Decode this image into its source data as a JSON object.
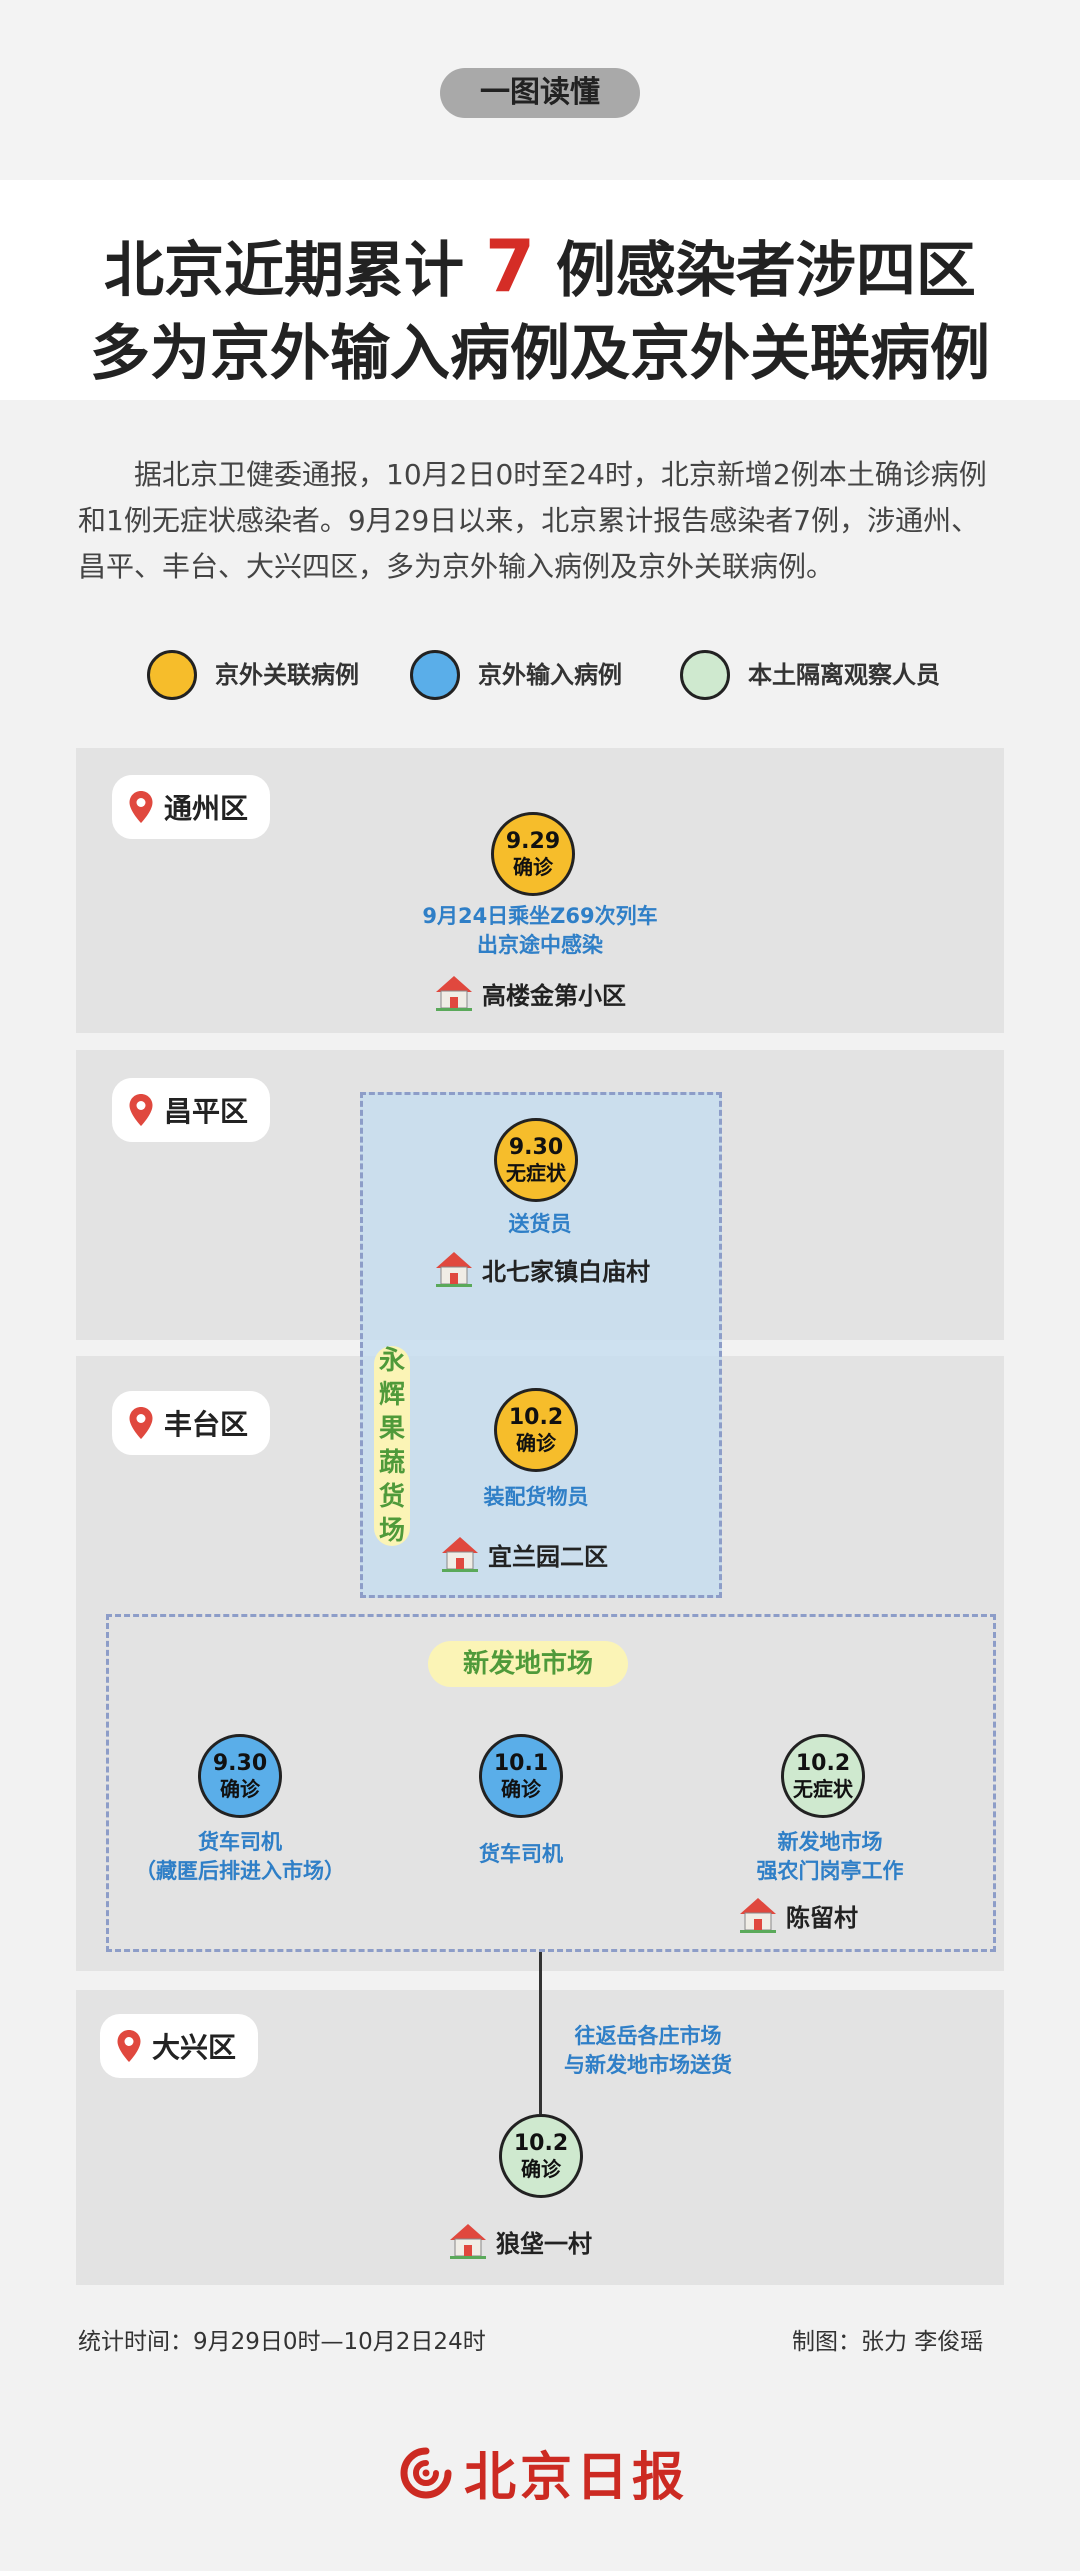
{
  "badge": "一图读懂",
  "title": {
    "line1_prefix": "北京近期累计",
    "line1_number": "7",
    "line1_suffix": "例感染者涉四区",
    "line2": "多为京外输入病例及京外关联病例"
  },
  "intro": "据北京卫健委通报，10月2日0时至24时，北京新增2例本土确诊病例和1例无症状感染者。9月29日以来，北京累计报告感染者7例，涉通州、昌平、丰台、大兴四区，多为京外输入病例及京外关联病例。",
  "legend": [
    {
      "label": "京外关联病例",
      "color": "#f6bd2b"
    },
    {
      "label": "京外输入病例",
      "color": "#5aaee9"
    },
    {
      "label": "本土隔离观察人员",
      "color": "#cfe9cf"
    }
  ],
  "districts": {
    "tongzhou": "通州区",
    "changping": "昌平区",
    "fengtai": "丰台区",
    "daxing": "大兴区"
  },
  "zones": {
    "yonghui": "永辉果蔬货场",
    "xinfadi": "新发地市场"
  },
  "cases": {
    "tz": {
      "date": "9.29",
      "status": "确诊",
      "desc1": "9月24日乘坐Z69次列车",
      "desc2": "出京途中感染",
      "location": "高楼金第小区",
      "color": "#f6bd2b"
    },
    "cp": {
      "date": "9.30",
      "status": "无症状",
      "desc1": "送货员",
      "location": "北七家镇白庙村",
      "color": "#f6bd2b"
    },
    "ft": {
      "date": "10.2",
      "status": "确诊",
      "desc1": "装配货物员",
      "location": "宜兰园二区",
      "color": "#f6bd2b"
    },
    "xf1": {
      "date": "9.30",
      "status": "确诊",
      "desc1": "货车司机",
      "desc2": "（藏匿后排进入市场）",
      "color": "#5aaee9"
    },
    "xf2": {
      "date": "10.1",
      "status": "确诊",
      "desc1": "货车司机",
      "color": "#5aaee9"
    },
    "xf3": {
      "date": "10.2",
      "status": "无症状",
      "desc1": "新发地市场",
      "desc2": "强农门岗亭工作",
      "location": "陈留村",
      "color": "#cfe9cf"
    },
    "dx": {
      "date": "10.2",
      "status": "确诊",
      "location": "狼垡一村",
      "color": "#cfe9cf"
    }
  },
  "link_note": {
    "line1": "往返岳各庄市场",
    "line2": "与新发地市场送货"
  },
  "footer": {
    "time": "统计时间：9月29日0时—10月2日24时",
    "credit": "制图：张力 李俊瑶"
  },
  "brand": "北京日报"
}
